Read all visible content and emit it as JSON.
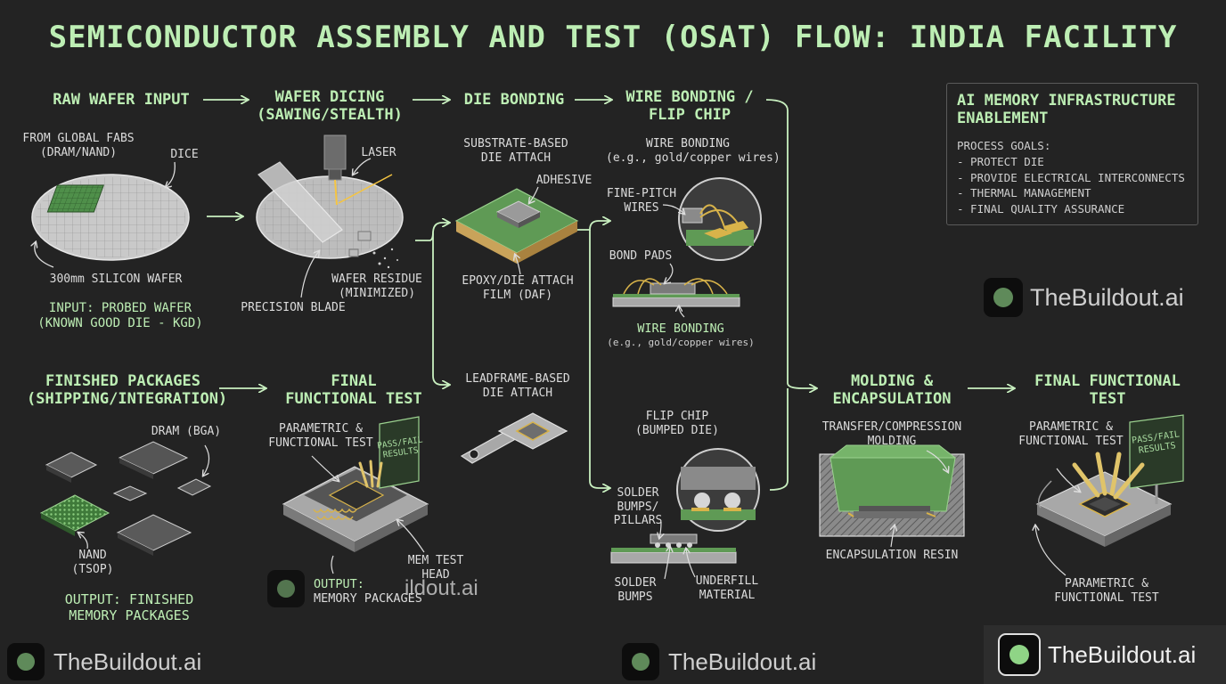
{
  "title": "SEMICONDUCTOR ASSEMBLY AND TEST (OSAT) FLOW: INDIA FACILITY",
  "steps": {
    "raw_wafer": "RAW WAFER INPUT",
    "dicing_l1": "WAFER DICING",
    "dicing_l2": "(SAWING/STEALTH)",
    "die_bonding": "DIE BONDING",
    "wire_l1": "WIRE BONDING /",
    "wire_l2": "FLIP CHIP",
    "finished_l1": "FINISHED PACKAGES",
    "finished_l2": "(SHIPPING/INTEGRATION)",
    "final_test_l1": "FINAL",
    "final_test_l2": "FUNCTIONAL TEST",
    "molding_l1": "MOLDING &",
    "molding_l2": "ENCAPSULATION",
    "final_func_l1": "FINAL FUNCTIONAL",
    "final_func_l2": "TEST"
  },
  "labels": {
    "from_fabs_l1": "FROM GLOBAL FABS",
    "from_fabs_l2": "(DRAM/NAND)",
    "dice": "DICE",
    "wafer_300": "300mm SILICON WAFER",
    "input_l1": "INPUT: PROBED WAFER",
    "input_l2": "(KNOWN GOOD DIE - KGD)",
    "laser": "LASER",
    "precision_blade": "PRECISION BLADE",
    "residue_l1": "WAFER RESIDUE",
    "residue_l2": "(MINIMIZED)",
    "substrate_l1": "SUBSTRATE-BASED",
    "substrate_l2": "DIE ATTACH",
    "adhesive": "ADHESIVE",
    "epoxy_l1": "EPOXY/DIE ATTACH",
    "epoxy_l2": "FILM (DAF)",
    "leadframe_l1": "LEADFRAME-BASED",
    "leadframe_l2": "DIE ATTACH",
    "wire_bonding_top": "WIRE BONDING",
    "wire_eg_top": "(e.g., gold/copper wires)",
    "fine_pitch_l1": "FINE-PITCH",
    "fine_pitch_l2": "WIRES",
    "bond_pads": "BOND PADS",
    "wire_bonding_bottom": "WIRE BONDING",
    "wire_eg_bottom": "(e.g., gold/copper wires)",
    "flip_l1": "FLIP CHIP",
    "flip_l2": "(BUMPED DIE)",
    "solder_pillars_l1": "SOLDER",
    "solder_pillars_l2": "BUMPS/",
    "solder_pillars_l3": "PILLARS",
    "solder_bumps_l1": "SOLDER",
    "solder_bumps_l2": "BUMPS",
    "underfill_l1": "UNDERFILL",
    "underfill_l2": "MATERIAL",
    "transfer_l1": "TRANSFER/COMPRESSION",
    "transfer_l2": "MOLDING",
    "encap_resin": "ENCAPSULATION RESIN",
    "param_left_l1": "PARAMETRIC &",
    "param_left_l2": "FUNCTIONAL TEST",
    "pass_fail_l1": "PASS/FAIL",
    "pass_fail_l2": "RESULTS",
    "mem_test_l1": "MEM TEST",
    "mem_test_l2": "HEAD",
    "output_l1": "OUTPUT:",
    "output_l2": "MEMORY PACKAGES",
    "dram_bga": "DRAM (BGA)",
    "nand_l1": "NAND",
    "nand_l2": "(TSOP)",
    "output_fin_l1": "OUTPUT: FINISHED",
    "output_fin_l2": "MEMORY PACKAGES",
    "param_right_top_l1": "PARAMETRIC &",
    "param_right_top_l2": "FUNCTIONAL TEST",
    "param_right_bot_l1": "PARAMETRIC &",
    "param_right_bot_l2": "FUNCTIONAL TEST"
  },
  "goal_box": {
    "title_l1": "AI MEMORY INFRASTRUCTURE",
    "title_l2": "ENABLEMENT",
    "header": "PROCESS GOALS:",
    "items": [
      "- PROTECT DIE",
      "- PROVIDE ELECTRICAL INTERCONNECTS",
      "- THERMAL MANAGEMENT",
      "- FINAL QUALITY ASSURANCE"
    ]
  },
  "watermark": "TheBuildout.ai",
  "watermark_partial": "ildout.ai",
  "colors": {
    "background": "#232323",
    "accent_green": "#bdeeb4",
    "chip_green": "#5f9a55",
    "gray_metal": "#a8a8a8",
    "gold": "#d8b34a"
  }
}
